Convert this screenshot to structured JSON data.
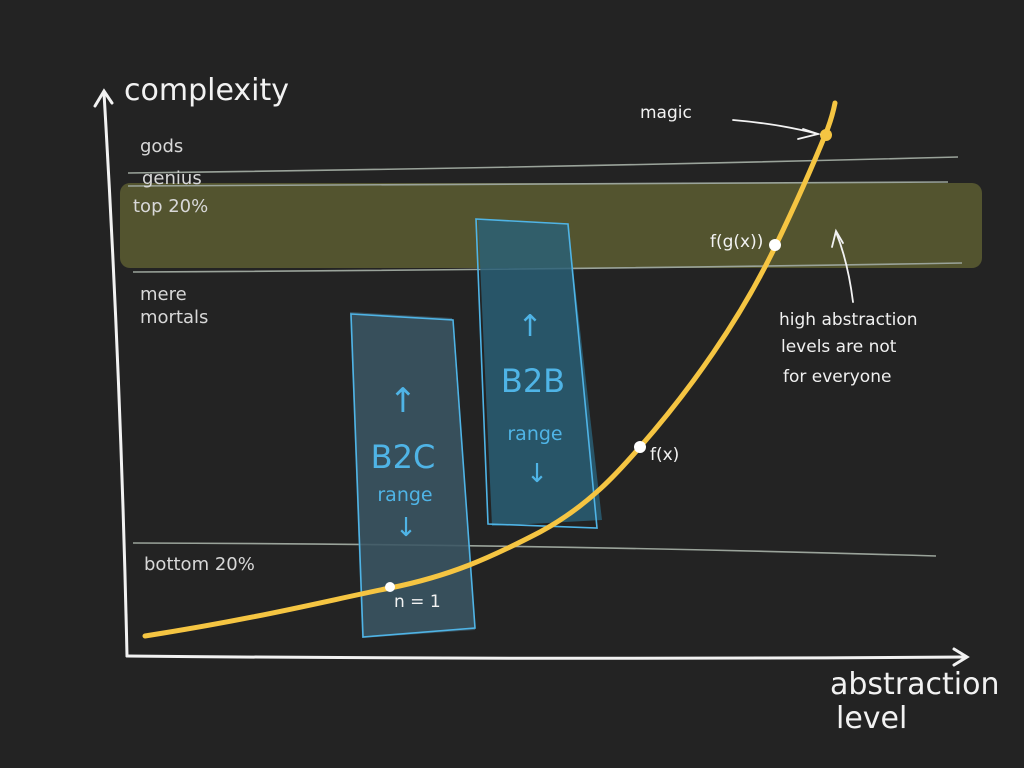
{
  "diagram": {
    "y_axis_label": "complexity",
    "x_axis_label_line1": "abstraction",
    "x_axis_label_line2": "level",
    "tiers": {
      "gods": "gods",
      "genius": "genius",
      "top": "top 20%",
      "mortals_line1": "mere",
      "mortals_line2": "mortals",
      "bottom": "bottom 20%"
    },
    "ranges": {
      "b2c_title": "B2C",
      "b2c_sub": "range",
      "b2b_title": "B2B",
      "b2b_sub": "range",
      "up_arrow": "↑",
      "down_arrow": "↓"
    },
    "points": {
      "n1": "n = 1",
      "fx": "f(x)",
      "fgx": "f(g(x))",
      "magic": "magic"
    },
    "annotation": {
      "line1": "high abstraction",
      "line2": "levels are not",
      "line3": "for everyone"
    },
    "colors": {
      "background": "#232323",
      "curve": "#f5c542",
      "band": "#53542f",
      "box_fill": "#375563",
      "box_stroke": "#4fb4e6",
      "chalk": "#f2f2f2",
      "guide": "#9a9a9a"
    }
  }
}
